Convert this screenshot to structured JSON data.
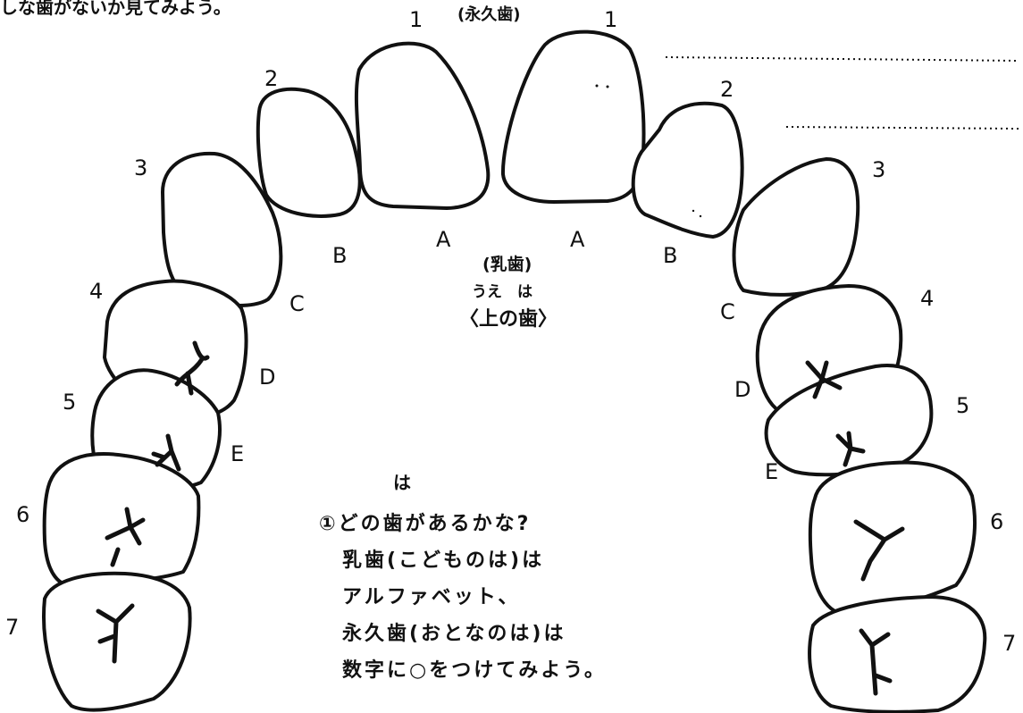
{
  "header_text": "しな歯がないか見てみよう。",
  "labels": {
    "permanent_top": "(永久歯)",
    "primary": "(乳歯)",
    "ue_ha_ruby": "うえ　は",
    "upper_teeth": "〈上の歯〉"
  },
  "tooth_numbers": [
    "1",
    "2",
    "3",
    "4",
    "5",
    "6",
    "7"
  ],
  "tooth_letters": [
    "A",
    "B",
    "C",
    "D",
    "E"
  ],
  "instructions": {
    "ruby": "は",
    "lines": [
      "①どの歯があるかな?",
      "乳歯(こどものは)は",
      "アルファベット、",
      "永久歯(おとなのは)は",
      "数字に○をつけてみよう。"
    ]
  },
  "colors": {
    "ink": "#111111",
    "paper": "#ffffff"
  }
}
